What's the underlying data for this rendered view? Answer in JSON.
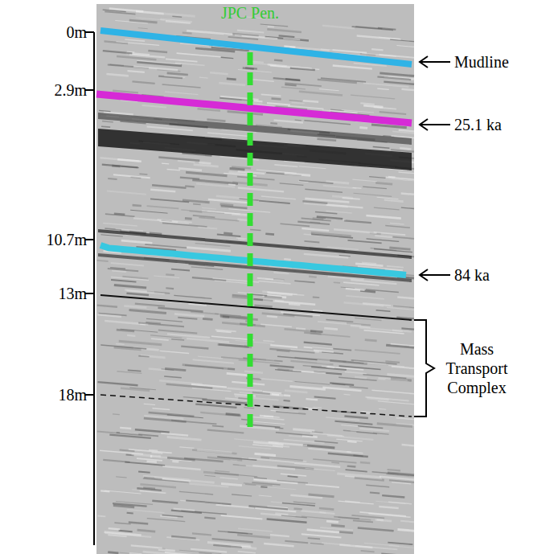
{
  "diagram": {
    "labels": [
      "JPC Pen.",
      "0m",
      "2.9m",
      "10.7m",
      "13m",
      "18m",
      "Mudline",
      "25.1 ka",
      "84 ka",
      "Mass Transport Complex"
    ]
  }
}
